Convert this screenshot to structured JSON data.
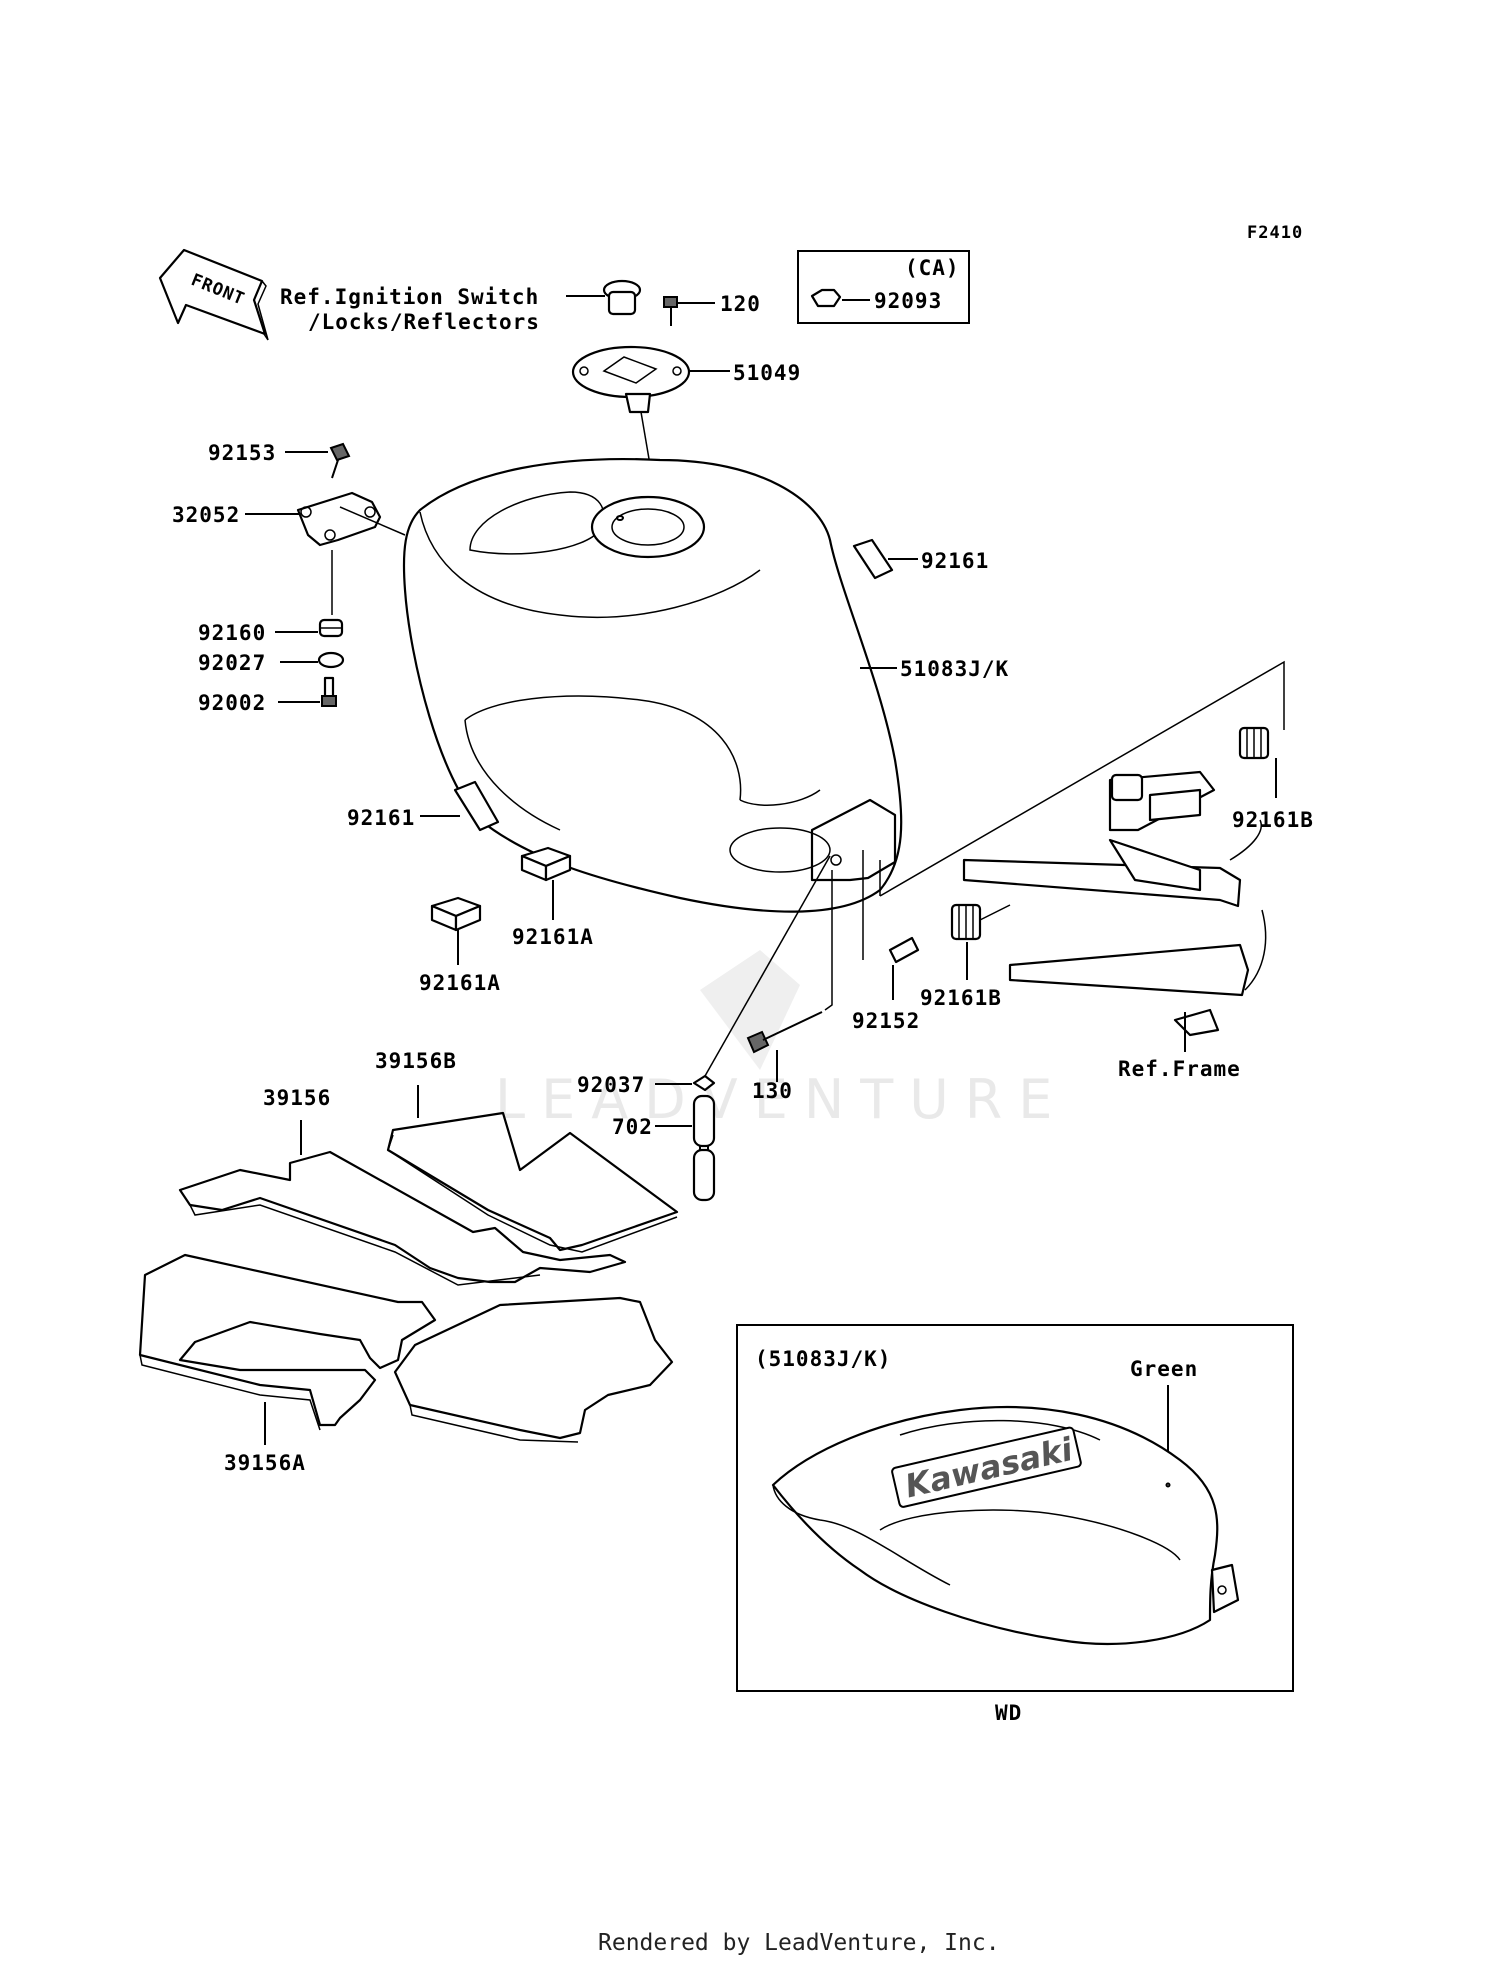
{
  "diagram_code": "F2410",
  "direction_label": "FRONT",
  "ref_notes": {
    "ignition_line1": "Ref.Ignition Switch",
    "ignition_line2": "/Locks/Reflectors",
    "frame": "Ref.Frame"
  },
  "ca_box": {
    "title": "(CA)",
    "part": "92093"
  },
  "parts": {
    "p120": "120",
    "p51049": "51049",
    "p92153": "92153",
    "p32052": "32052",
    "p92161_top": "92161",
    "p51083": "51083J/K",
    "p92160": "92160",
    "p92027": "92027",
    "p92002": "92002",
    "p92161_left": "92161",
    "p92161B_top": "92161B",
    "p92161A_right": "92161A",
    "p92161A_left": "92161A",
    "p92161B_low": "92161B",
    "p92152": "92152",
    "p130": "130",
    "p92037": "92037",
    "p702": "702",
    "p39156B": "39156B",
    "p39156": "39156",
    "p39156A": "39156A"
  },
  "inset": {
    "title": "(51083J/K)",
    "color_label": "Green",
    "brand_text": "Kawasaki",
    "caption": "WD"
  },
  "watermark": "LEADVENTURE",
  "footer": "Rendered by LeadVenture, Inc."
}
